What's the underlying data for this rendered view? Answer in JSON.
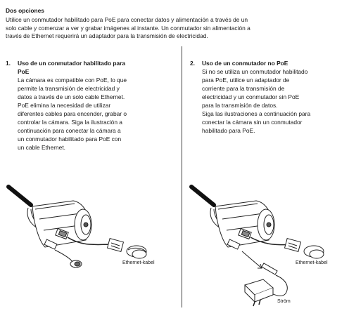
{
  "heading": "Dos opciones",
  "intro_lines": [
    "Utilice un conmutador habilitado para PoE para conectar datos y alimentación a través de un",
    "solo cable y comenzar a ver y grabar imágenes al instante. Un conmutador sin alimentación a",
    "través de Ethernet requerirá un adaptador para la transmisión de electricidad."
  ],
  "option1": {
    "number": "1.",
    "title_lines": [
      "Uso de un conmutador habilitado para",
      "PoE"
    ],
    "body_lines": [
      "La cámara es compatible con PoE, lo que",
      "permite la transmisión de electricidad y",
      "datos a través de un solo cable Ethernet.",
      "PoE elimina la necesidad de utilizar",
      "diferentes cables para encender, grabar o",
      "controlar la cámara. Siga la ilustración a",
      "continuación para conectar la cámara a",
      "un conmutador habilitado para PoE con",
      "un cable Ethernet."
    ],
    "figure_label": "Ethernet-kabel"
  },
  "option2": {
    "number": "2.",
    "title_lines": [
      "Uso de un conmutador no PoE"
    ],
    "body_lines": [
      "Si no se utiliza un conmutador habilitado",
      "para PoE, utilice un adaptador de",
      "corriente para la transmisión de",
      "electricidad y un conmutador sin PoE",
      "para la transmisión de datos.",
      "Siga las ilustraciones a continuación para",
      "conectar la cámara sin un conmutador",
      "habilitado para PoE."
    ],
    "figure_label_ethernet": "Ethernet-kabel",
    "figure_label_power": "Ström"
  }
}
